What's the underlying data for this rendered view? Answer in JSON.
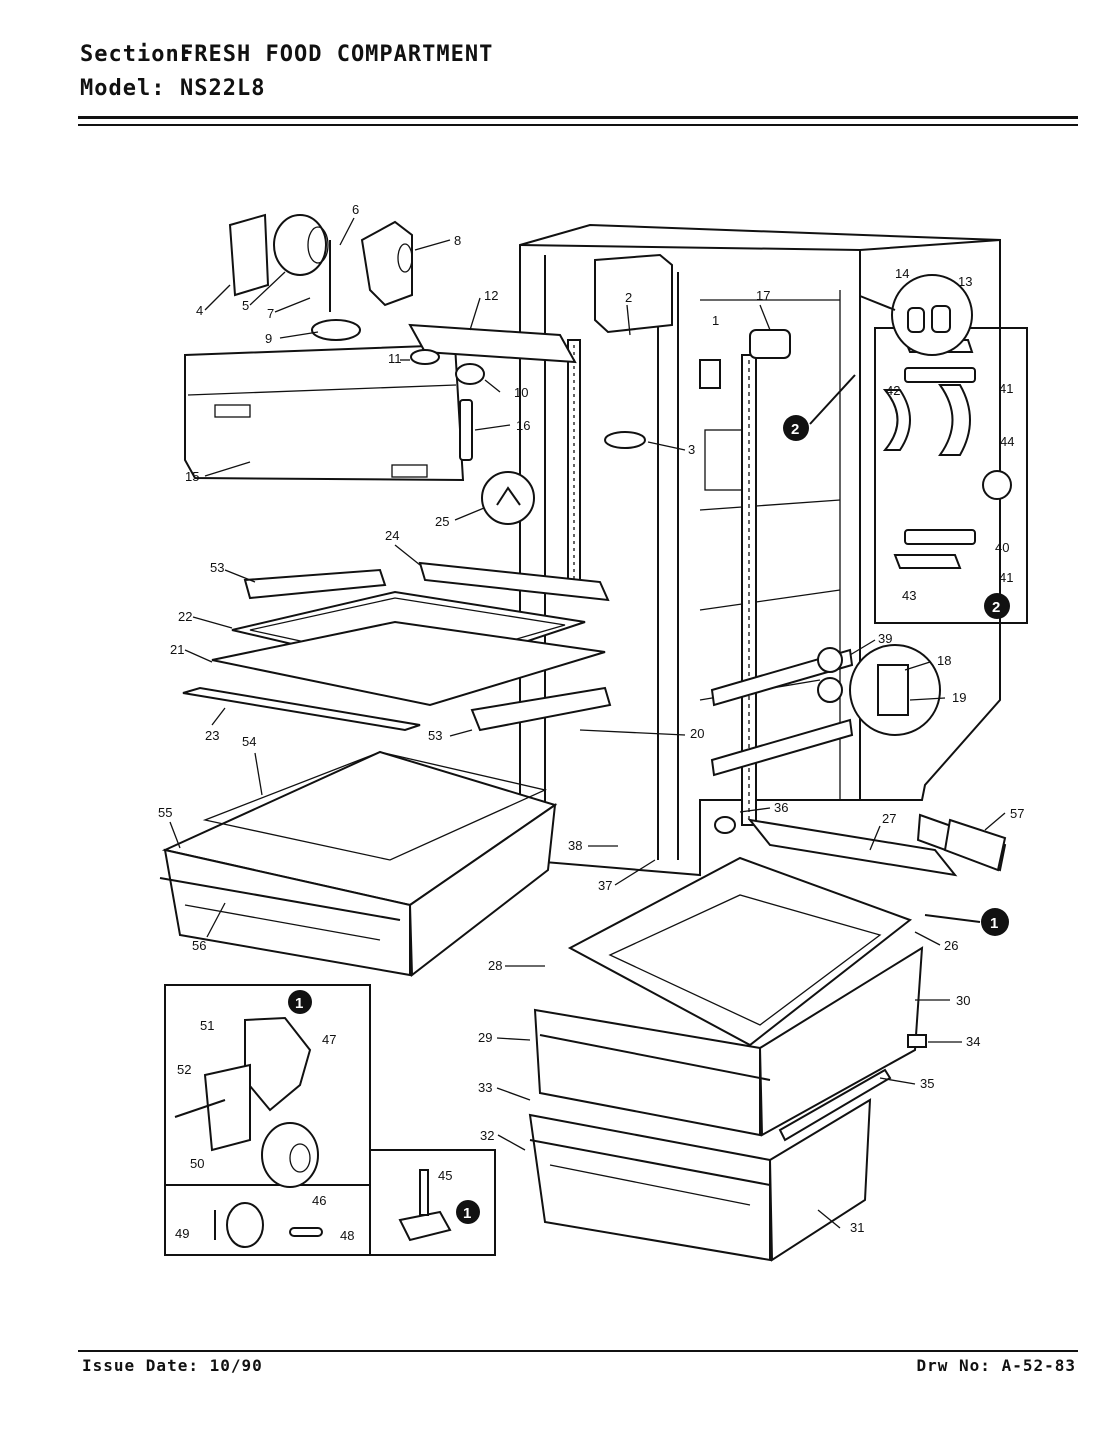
{
  "header": {
    "section_label": "Section:",
    "section_value": "FRESH FOOD COMPARTMENT",
    "model_label": "Model:",
    "model_value": "NS22L8"
  },
  "footer": {
    "issue": "Issue Date: 10/90",
    "drawing": "Drw No: A-52-83"
  },
  "callouts": [
    "1",
    "2",
    "3",
    "4",
    "5",
    "6",
    "7",
    "8",
    "9",
    "10",
    "11",
    "12",
    "13",
    "14",
    "15",
    "16",
    "17",
    "18",
    "19",
    "20",
    "21",
    "22",
    "23",
    "24",
    "25",
    "26",
    "27",
    "28",
    "29",
    "30",
    "31",
    "32",
    "33",
    "34",
    "35",
    "36",
    "37",
    "38",
    "39",
    "40",
    "41",
    "42",
    "43",
    "44",
    "45",
    "46",
    "47",
    "48",
    "49",
    "50",
    "51",
    "52",
    "53",
    "54",
    "55",
    "56",
    "57"
  ],
  "detail_badges": [
    "1",
    "2"
  ]
}
